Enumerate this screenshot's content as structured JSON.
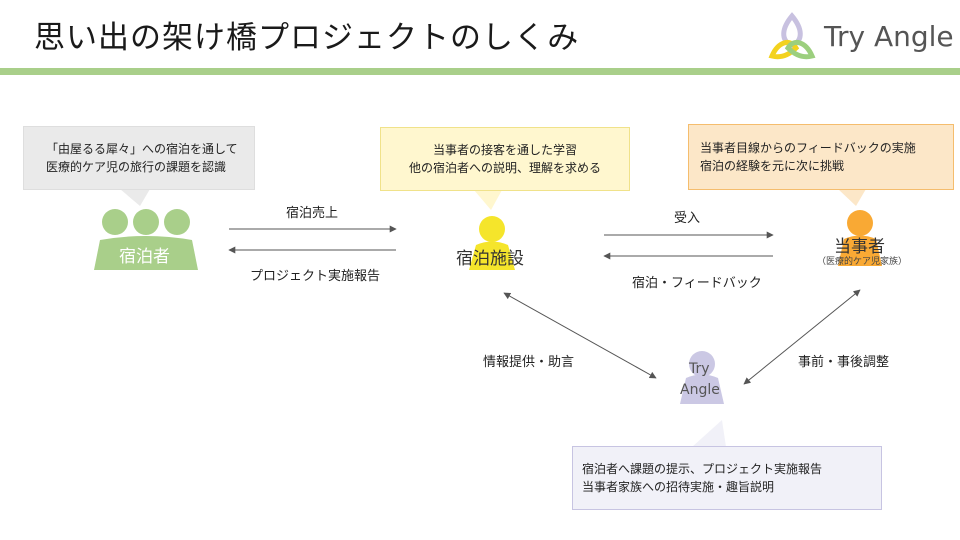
{
  "title": "思い出の架け橋プロジェクトのしくみ",
  "logo": {
    "text": "Try Angle",
    "icon": "triangle-leaf-logo-icon"
  },
  "colors": {
    "accent_green": "#a9cf8a",
    "guest_green": "#a9cf8a",
    "facility_yellow": "#f5e52b",
    "party_orange": "#f9a934",
    "tryangle_purple": "#cbc8e4"
  },
  "nodes": {
    "guests": {
      "label": "宿泊者"
    },
    "facility": {
      "label": "宿泊施設"
    },
    "party": {
      "label": "当事者",
      "sublabel": "（医療的ケア児家族）"
    },
    "tryangle": {
      "label_line1": "Try",
      "label_line2": "Angle"
    }
  },
  "bubbles": {
    "guests": {
      "lines": [
        "「由屋るる犀々」への宿泊を通して",
        "医療的ケア児の旅行の課題を認識"
      ]
    },
    "facility": {
      "lines": [
        "当事者の接客を通した学習",
        "他の宿泊者への説明、理解を求める"
      ]
    },
    "party": {
      "lines": [
        "当事者目線からのフィードバックの実施",
        "宿泊の経験を元に次に挑戦"
      ]
    },
    "tryangle": {
      "lines": [
        "宿泊者へ課題の提示、プロジェクト実施報告",
        "当事者家族への招待実施・趣旨説明"
      ]
    }
  },
  "flows": {
    "guest_to_facility": "宿泊売上",
    "facility_to_guest": "プロジェクト実施報告",
    "facility_to_party": "受入",
    "party_to_facility": "宿泊・フィードバック",
    "tryangle_facility": "情報提供・助言",
    "tryangle_party": "事前・事後調整"
  }
}
